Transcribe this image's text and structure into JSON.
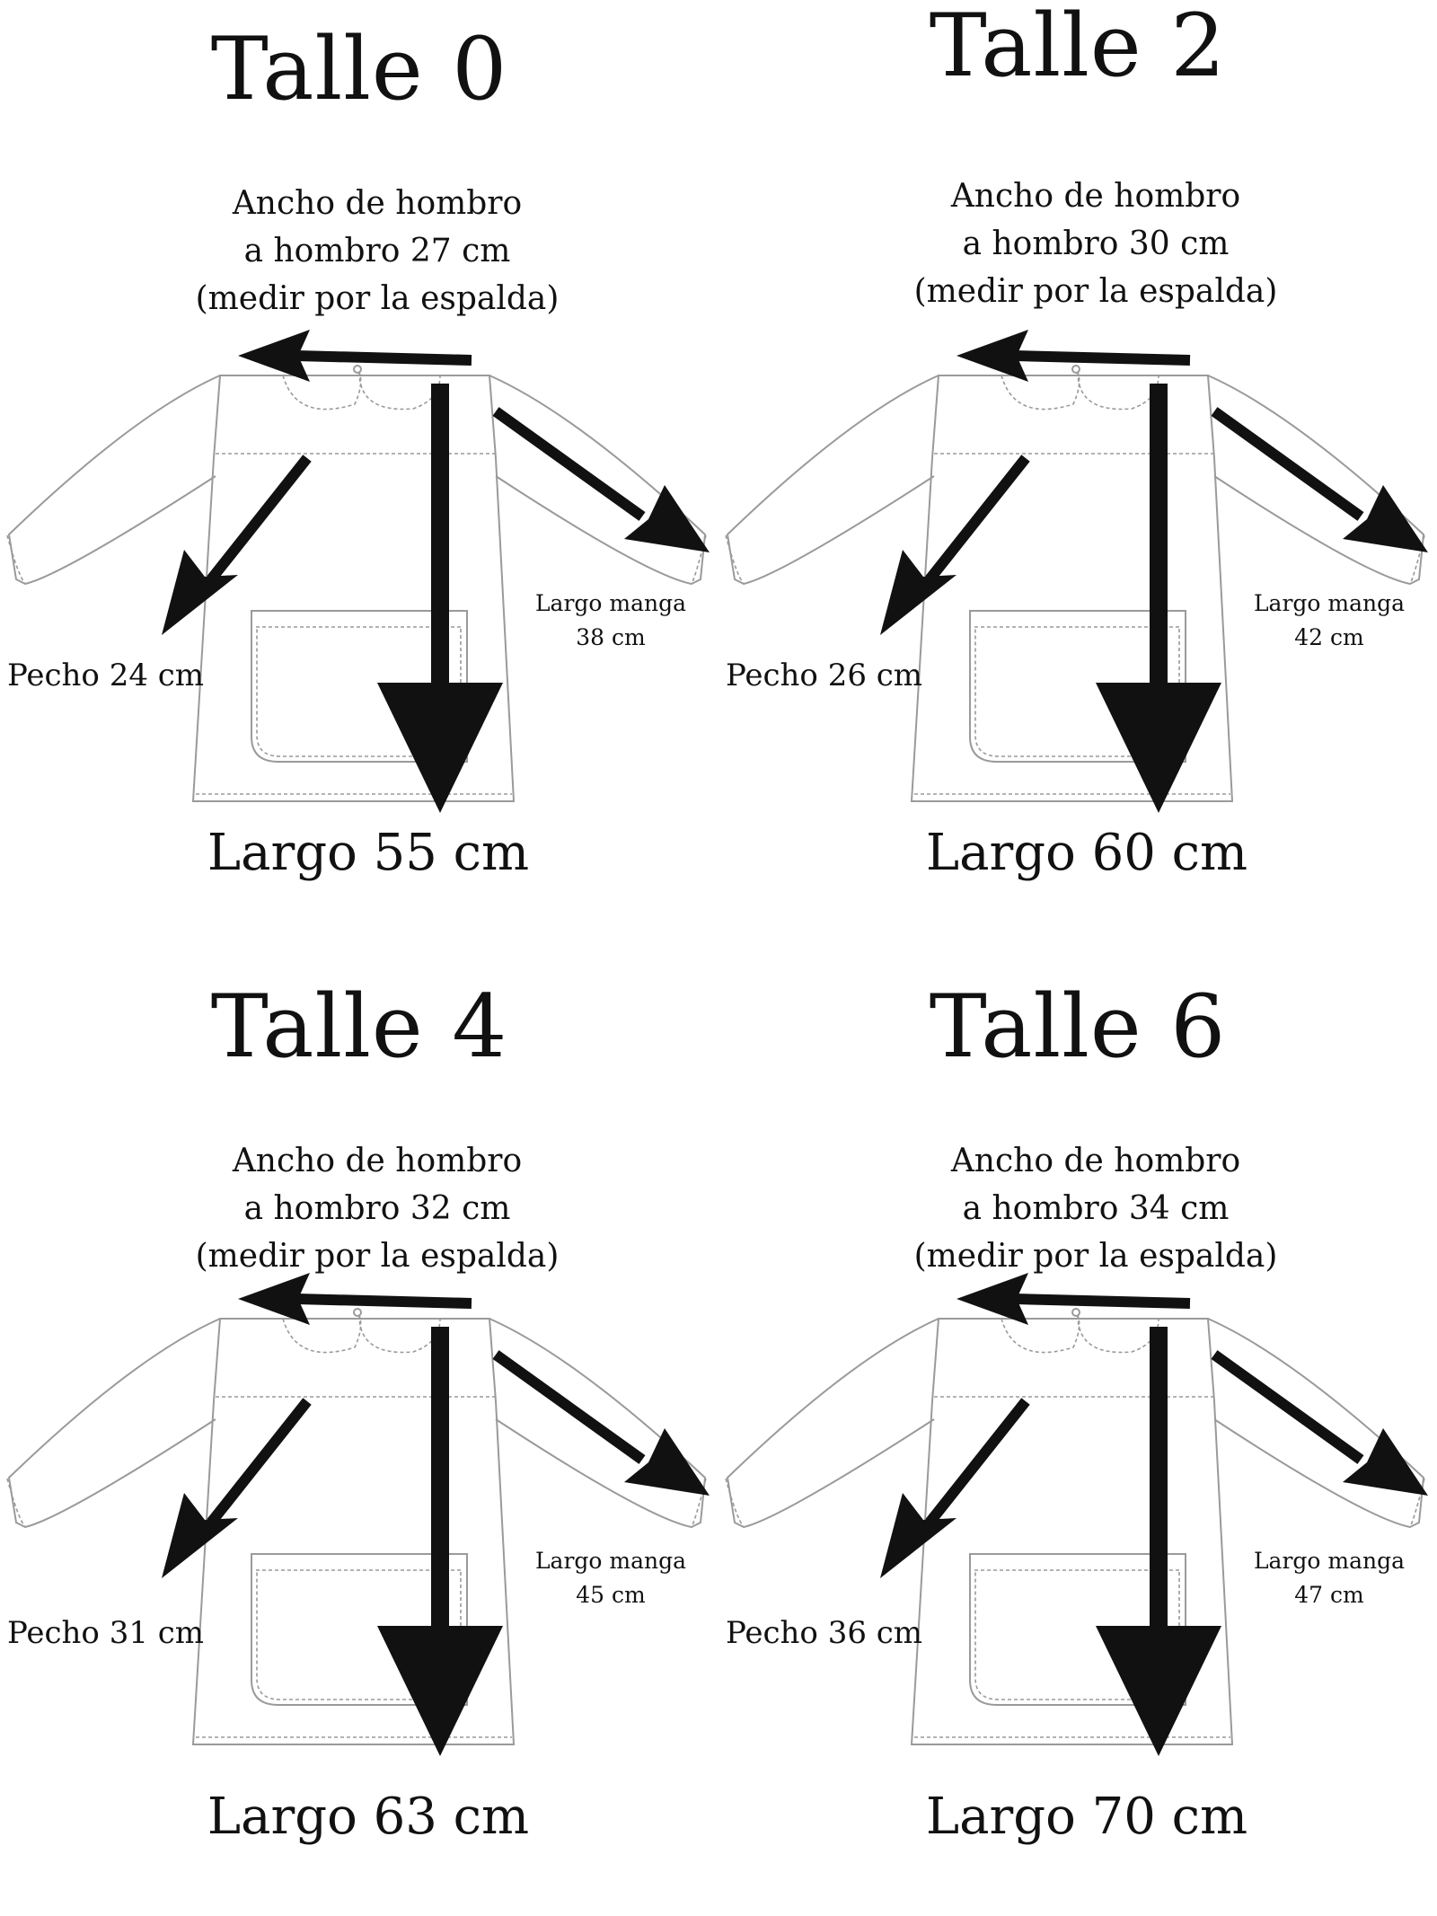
{
  "labels": {
    "shoulder_line1": "Ancho de hombro",
    "shoulder_prefix": "a hombro",
    "shoulder_note": "(medir por la espalda)",
    "sleeve_label": "Largo manga",
    "chest_prefix": "Pecho",
    "length_prefix": "Largo",
    "unit": "cm"
  },
  "sizes": [
    {
      "title": "Talle 0",
      "shoulder_line2": "a hombro 27 cm",
      "shoulder_cm": 27,
      "chest": "Pecho 24 cm",
      "chest_cm": 24,
      "sleeve_value": "38 cm",
      "sleeve_cm": 38,
      "length": "Largo 55 cm",
      "length_cm": 55
    },
    {
      "title": "Talle 2",
      "shoulder_line2": "a hombro 30 cm",
      "shoulder_cm": 30,
      "chest": "Pecho 26 cm",
      "chest_cm": 26,
      "sleeve_value": "42 cm",
      "sleeve_cm": 42,
      "length": "Largo 60 cm",
      "length_cm": 60
    },
    {
      "title": "Talle 4",
      "shoulder_line2": "a hombro 32 cm",
      "shoulder_cm": 32,
      "chest": "Pecho 31 cm",
      "chest_cm": 31,
      "sleeve_value": "45 cm",
      "sleeve_cm": 45,
      "length": "Largo 63 cm",
      "length_cm": 63
    },
    {
      "title": "Talle 6",
      "shoulder_line2": "a hombro 34 cm",
      "shoulder_cm": 34,
      "chest": "Pecho 36 cm",
      "chest_cm": 36,
      "sleeve_value": "47 cm",
      "sleeve_cm": 47,
      "length": "Largo 70 cm",
      "length_cm": 70
    }
  ],
  "colors": {
    "ink": "#111111",
    "garment_line": "#9a9a9a",
    "background": "#ffffff"
  }
}
